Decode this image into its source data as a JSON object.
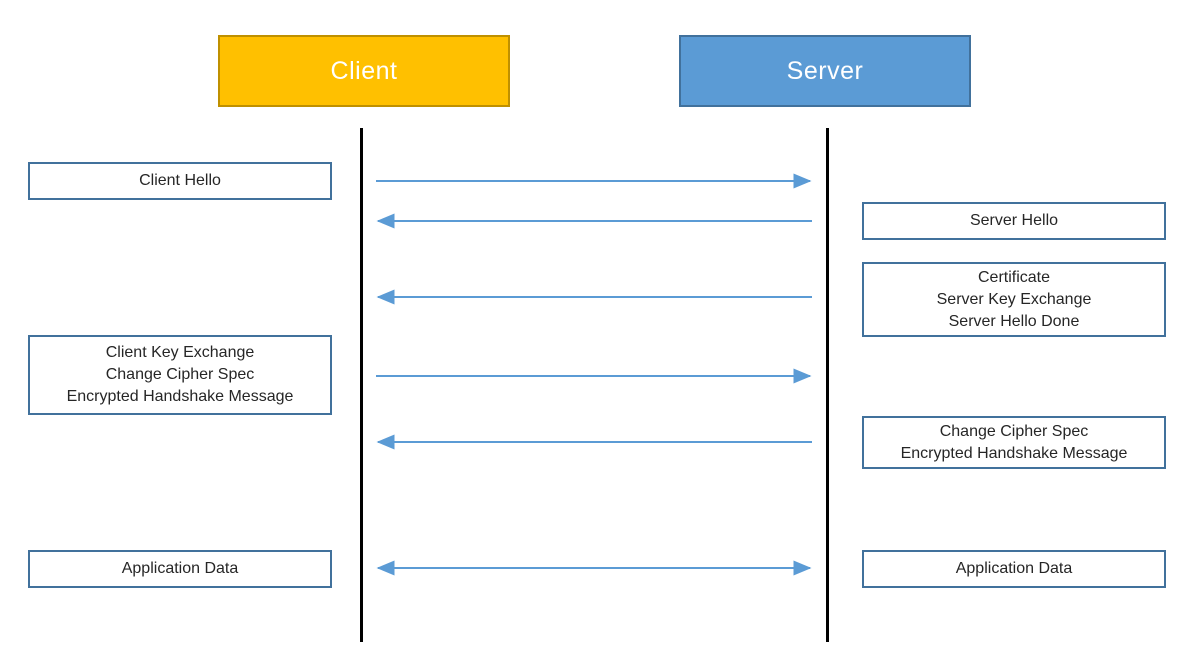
{
  "actors": {
    "client": {
      "label": "Client"
    },
    "server": {
      "label": "Server"
    }
  },
  "colors": {
    "client_fill": "#FFC000",
    "client_border": "#BF9000",
    "server_fill": "#5B9BD5",
    "server_border": "#41719C",
    "box_border": "#41719C",
    "arrow": "#5B9BD5",
    "lifeline": "#000000"
  },
  "messages": {
    "client_hello": {
      "direction": "client-to-server",
      "lines": [
        "Client Hello"
      ]
    },
    "server_hello": {
      "direction": "server-to-client",
      "lines": [
        "Server Hello"
      ]
    },
    "server_cert": {
      "direction": "server-to-client",
      "lines": [
        "Certificate",
        "Server Key Exchange",
        "Server Hello Done"
      ]
    },
    "client_key_exchange": {
      "direction": "client-to-server",
      "lines": [
        "Client Key Exchange",
        "Change Cipher Spec",
        "Encrypted Handshake Message"
      ]
    },
    "server_ccs": {
      "direction": "server-to-client",
      "lines": [
        "Change Cipher Spec",
        "Encrypted Handshake Message"
      ]
    },
    "app_data_left": {
      "direction": "bidirectional",
      "lines": [
        "Application Data"
      ]
    },
    "app_data_right": {
      "direction": "bidirectional",
      "lines": [
        "Application Data"
      ]
    }
  }
}
